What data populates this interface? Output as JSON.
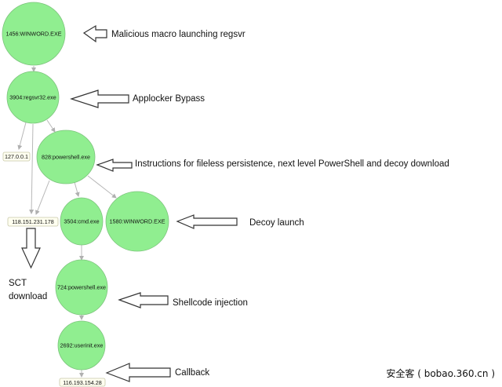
{
  "process_nodes": {
    "winword_1456": "1456:WINWORD.EXE",
    "regsvr32_3904": "3904:regsvr32.exe",
    "powershell_828": "828:powershell.exe",
    "cmd_3504": "3504:cmd.exe",
    "winword_1580": "1580:WINWORD.EXE",
    "powershell_724": "724:powershell.exe",
    "userinit_2692": "2692:userinit.exe"
  },
  "ip_nodes": {
    "localhost": "127.0.0.1",
    "ip_118": "118.151.231.178",
    "ip_116": "116.193.154.28"
  },
  "annotations": {
    "macro": "Malicious macro launching regsvr",
    "applocker": "Applocker Bypass",
    "instructions": "Instructions for fileless persistence, next level PowerShell and decoy download",
    "decoy": "Decoy launch",
    "sct_line1": "SCT",
    "sct_line2": "download",
    "shellcode": "Shellcode injection",
    "callback": "Callback"
  },
  "watermark": "安全客 ( bobao.360.cn )",
  "colors": {
    "node_fill": "#90ee90",
    "node_stroke": "#7cc47c",
    "edge": "#b8b8b8",
    "ip_box_fill": "#fffff0",
    "ip_box_stroke": "#c8c8a8",
    "arrow_stroke": "#333333"
  }
}
